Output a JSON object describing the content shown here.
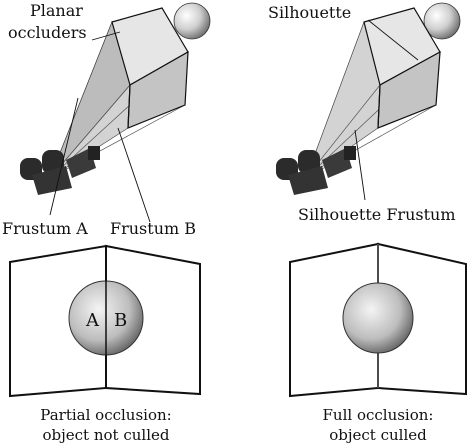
{
  "labels": {
    "planar_occluders_line1": "Planar",
    "planar_occluders_line2": "occluders",
    "silhouette": "Silhouette",
    "frustum_a": "Frustum A",
    "frustum_b": "Frustum B",
    "silhouette_frustum": "Silhouette Frustum",
    "region_a": "A",
    "region_b": "B",
    "caption_left_line1": "Partial occlusion:",
    "caption_left_line2": "object not culled",
    "caption_right_line1": "Full occlusion:",
    "caption_right_line2": "object culled"
  },
  "colors": {
    "ink": "#111111",
    "frustum_light": "#d0d0d0",
    "frustum_mid": "#b8b8b8",
    "box_face": "#c8c8c8",
    "camera": "#2b2b2b"
  }
}
